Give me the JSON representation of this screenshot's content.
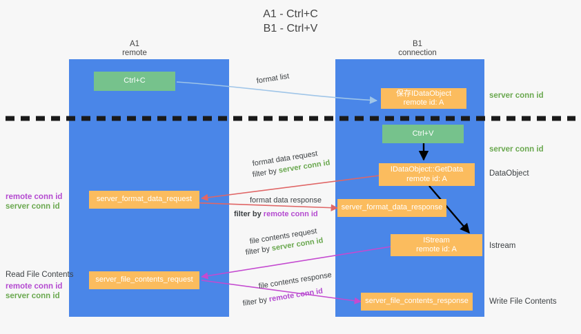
{
  "title": {
    "line1": "A1 - Ctrl+C",
    "line2": "B1 - Ctrl+V"
  },
  "columns": [
    {
      "name": "A1",
      "sub": "remote"
    },
    {
      "name": "B1",
      "sub": "connection"
    }
  ],
  "colors": {
    "lane": "#4a86e8",
    "green_node": "#76c28c",
    "orange_node": "#fbbc5e",
    "server_conn_id": "#6aa84f",
    "remote_conn_id": "#b44ad0",
    "arrow_blue": "#9fc5e8",
    "arrow_red": "#e06666",
    "arrow_magenta": "#c44ad0",
    "arrow_black": "#000000",
    "divider": "#1a1a1a"
  },
  "nodes": {
    "ctrl_c": {
      "line1": "Ctrl+C",
      "line2": ""
    },
    "ctrl_v": {
      "line1": "Ctrl+V",
      "line2": ""
    },
    "save_idataobject": {
      "line1": "保存IDataObject",
      "line2": "remote id: A"
    },
    "getdata": {
      "line1": "IDataObject::GetData",
      "line2": "remote id: A"
    },
    "istream": {
      "line1": "IStream",
      "line2": "remote id: A"
    },
    "server_format_data_request": {
      "line1": "server_format_data_request",
      "line2": ""
    },
    "server_format_data_response": {
      "line1": "server_format_data_response",
      "line2": ""
    },
    "server_file_contents_request": {
      "line1": "server_file_contents_request",
      "line2": ""
    },
    "server_file_contents_response": {
      "line1": "server_file_contents_response",
      "line2": ""
    }
  },
  "right_labels": {
    "server_conn_id_top": "server conn id",
    "server_conn_id_mid": "server conn id",
    "dataobject": "DataObject",
    "istream": "Istream",
    "write_file_contents": "Write File Contents"
  },
  "left_labels": {
    "remote_conn_id_upper": "remote conn id",
    "server_conn_id_upper": "server conn id",
    "read_file_contents": "Read File Contents",
    "remote_conn_id_lower": "remote conn id",
    "server_conn_id_lower": "server conn id"
  },
  "edges": {
    "format_list": "format list",
    "format_data_request": "format data request",
    "format_data_request_filter_prefix": "filter by ",
    "format_data_request_filter_key": "server conn id",
    "format_data_response": "format data response",
    "format_data_response_filter_prefix": "filter by ",
    "format_data_response_filter_key": "remote conn id",
    "file_contents_request": "file contents request",
    "file_contents_request_filter_prefix": "filter by ",
    "file_contents_request_filter_key": "server conn id",
    "file_contents_response": "file contents response",
    "file_contents_response_filter_prefix": "filter by ",
    "file_contents_response_filter_key": "remote conn id"
  }
}
